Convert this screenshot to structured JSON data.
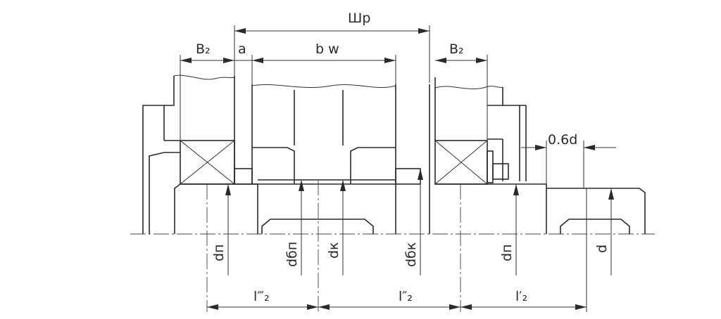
{
  "labels": {
    "wp": "Шр",
    "b2_left": "B₂",
    "a": "a",
    "bw": "b w",
    "b2_right": "B₂",
    "gap_06d": "0.6d",
    "dn_left": "dп",
    "dbn": "dбп",
    "dk": "dк",
    "dbk": "dбк",
    "dn_right": "dп",
    "d": "d",
    "l2_triple": "l‴₂",
    "l2_double": "l″₂",
    "l2_single": "l′₂"
  }
}
